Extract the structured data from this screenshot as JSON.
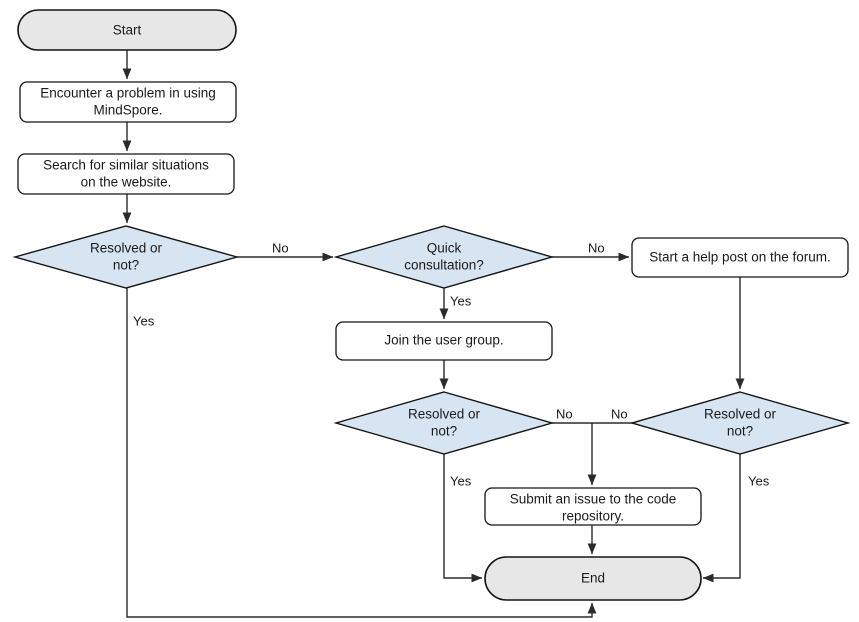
{
  "diagram": {
    "title": "MindSpore problem resolution flowchart",
    "type": "flowchart",
    "colors": {
      "terminal_fill": "#e7e7e7",
      "process_fill": "#ffffff",
      "decision_fill": "#d7e4f1",
      "stroke": "#141414",
      "edge": "#2b2b2b",
      "text": "#1a1a1a",
      "background": "#ffffff"
    },
    "nodes": {
      "start": {
        "label": "Start",
        "shape": "terminal"
      },
      "encounter": {
        "label_line1": "Encounter a problem in using",
        "label_line2": "MindSpore.",
        "shape": "process"
      },
      "search": {
        "label_line1": "Search for similar situations",
        "label_line2": "on the website.",
        "shape": "process"
      },
      "resolved1": {
        "label_line1": "Resolved or",
        "label_line2": "not?",
        "shape": "decision"
      },
      "quick_consultation": {
        "label_line1": "Quick",
        "label_line2": "consultation?",
        "shape": "decision"
      },
      "help_post": {
        "label": "Start a help post on the forum.",
        "shape": "process"
      },
      "join_group": {
        "label": "Join the user group.",
        "shape": "process"
      },
      "resolved2": {
        "label_line1": "Resolved or",
        "label_line2": "not?",
        "shape": "decision"
      },
      "resolved3": {
        "label_line1": "Resolved or",
        "label_line2": "not?",
        "shape": "decision"
      },
      "submit_issue": {
        "label_line1": "Submit an issue to the code",
        "label_line2": "repository.",
        "shape": "process"
      },
      "end": {
        "label": "End",
        "shape": "terminal"
      }
    },
    "edge_labels": {
      "resolved1_no": "No",
      "resolved1_yes": "Yes",
      "quick_no": "No",
      "quick_yes": "Yes",
      "resolved2_no": "No",
      "resolved2_yes": "Yes",
      "resolved3_no": "No",
      "resolved3_yes": "Yes"
    }
  }
}
